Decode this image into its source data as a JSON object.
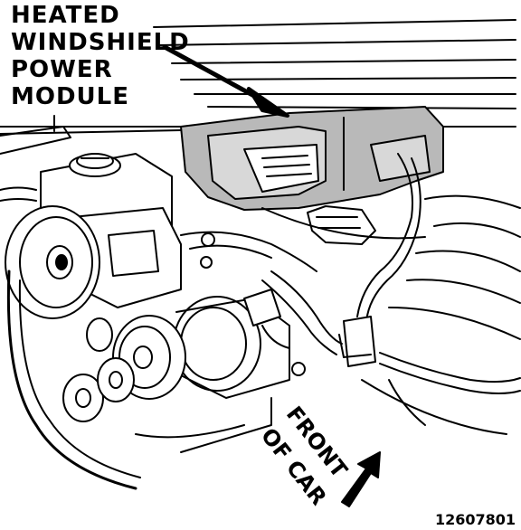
{
  "callout": {
    "line1": "HEATED",
    "line2": "WINDSHIELD",
    "line3": "POWER",
    "line4": "MODULE"
  },
  "direction_label": {
    "line1": "FRONT",
    "line2": "OF CAR"
  },
  "figure_number": "12607801",
  "colors": {
    "ink": "#000000",
    "paper": "#ffffff",
    "shade": "#b9b9b9"
  }
}
